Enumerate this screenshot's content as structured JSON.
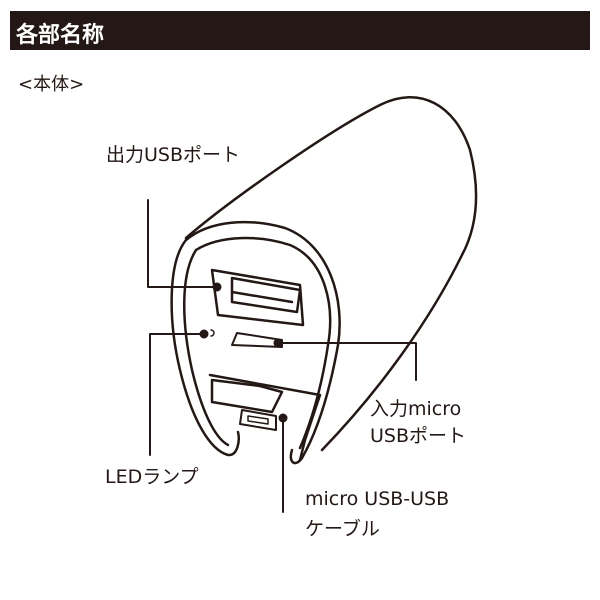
{
  "header": {
    "title": "各部名称"
  },
  "section": {
    "label": "<本体>"
  },
  "labels": {
    "output_usb": "出力USBポート",
    "led": "LEDランプ",
    "input_micro_line1": "入力micro",
    "input_micro_line2": "USBポート",
    "cable_line1": "micro USB-USB",
    "cable_line2": "ケーブル"
  },
  "colors": {
    "header_bg": "#231815",
    "line": "#231815"
  }
}
